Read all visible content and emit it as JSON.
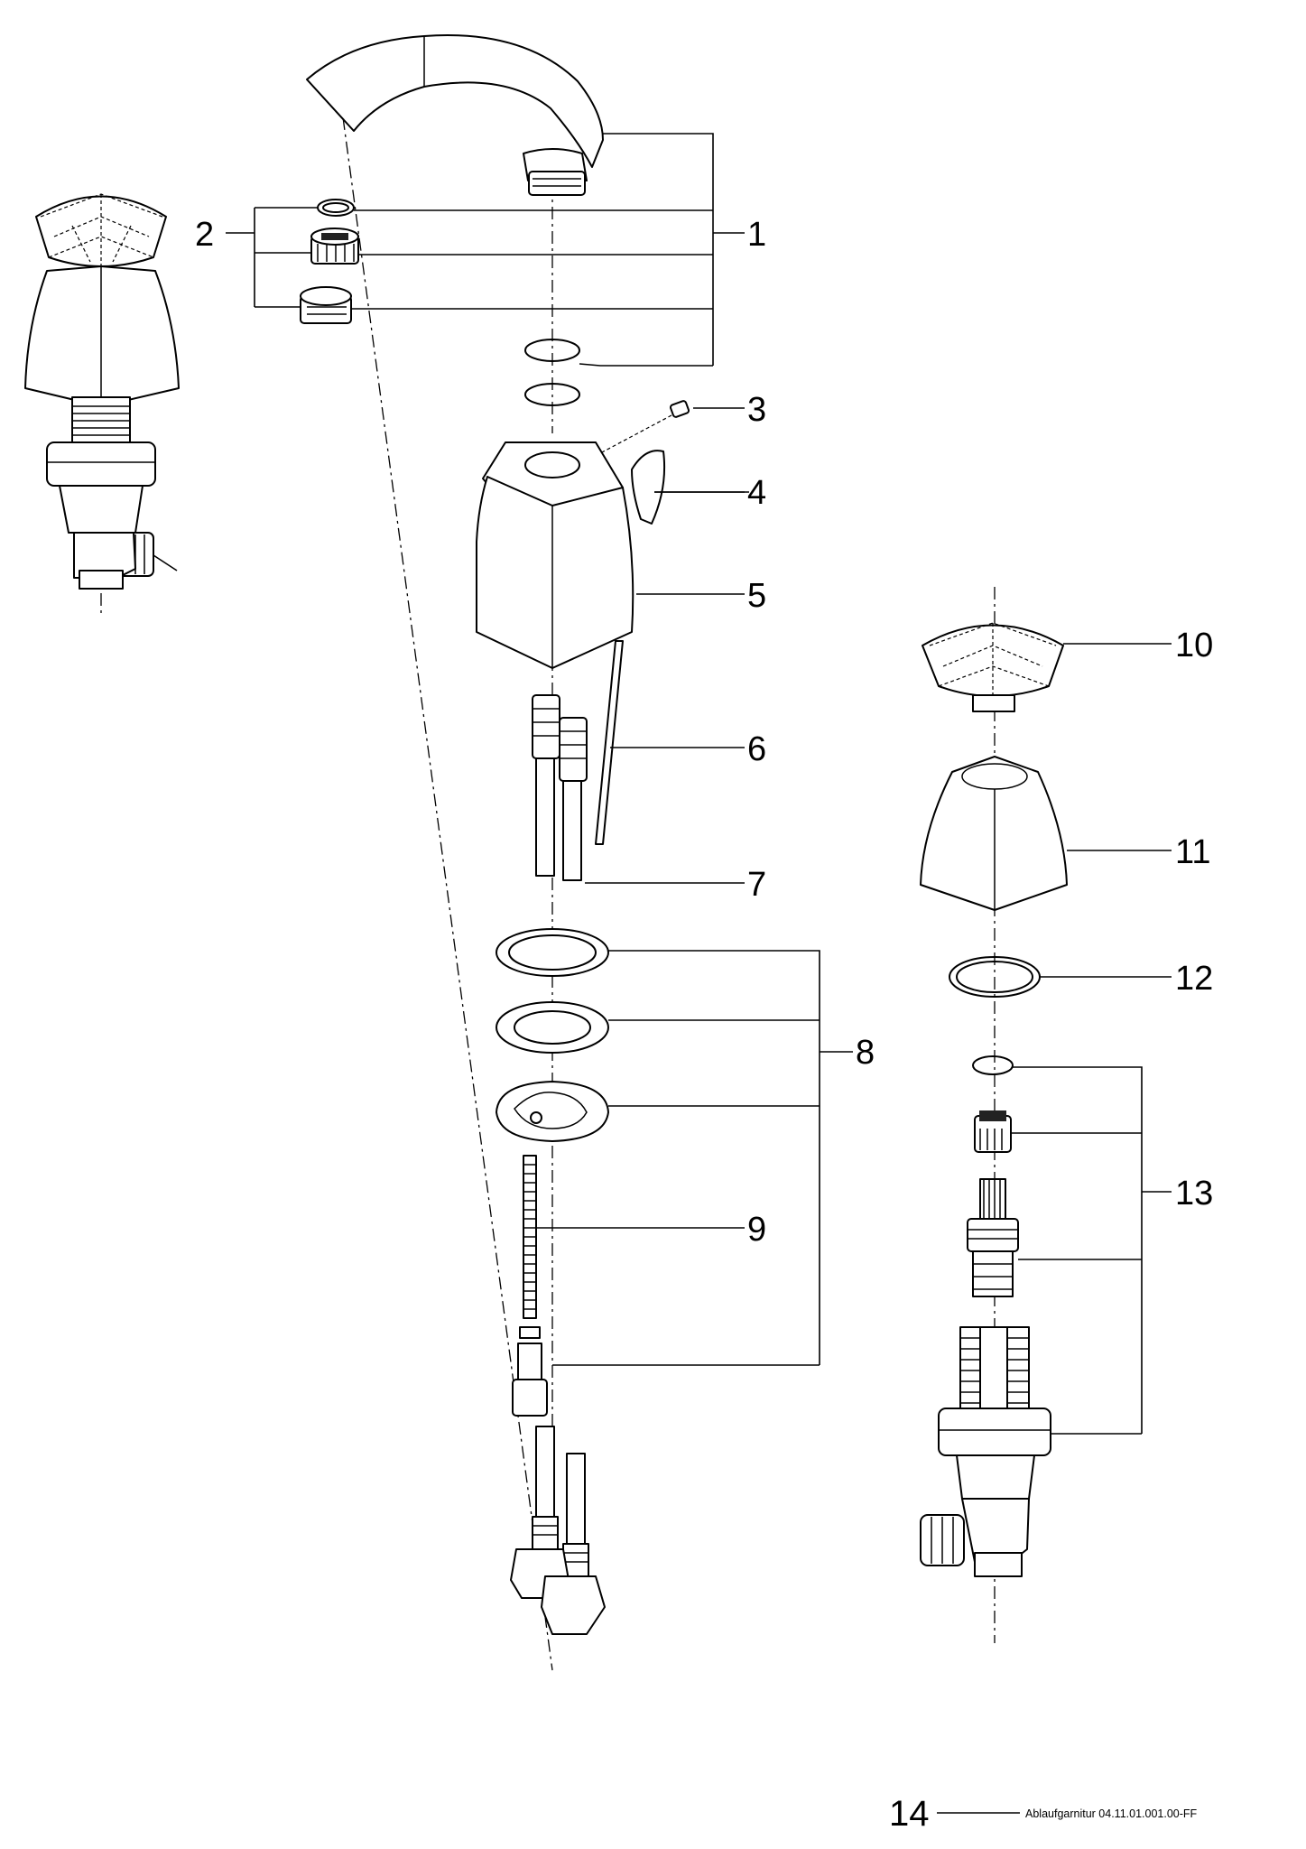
{
  "callouts": {
    "c1": "1",
    "c2": "2",
    "c3": "3",
    "c4": "4",
    "c5": "5",
    "c6": "6",
    "c7": "7",
    "c8": "8",
    "c9": "9",
    "c10": "10",
    "c11": "11",
    "c12": "12",
    "c13": "13",
    "c14": "14"
  },
  "footer_text": "Ablaufgarnitur 04.11.01.001.00-FF"
}
